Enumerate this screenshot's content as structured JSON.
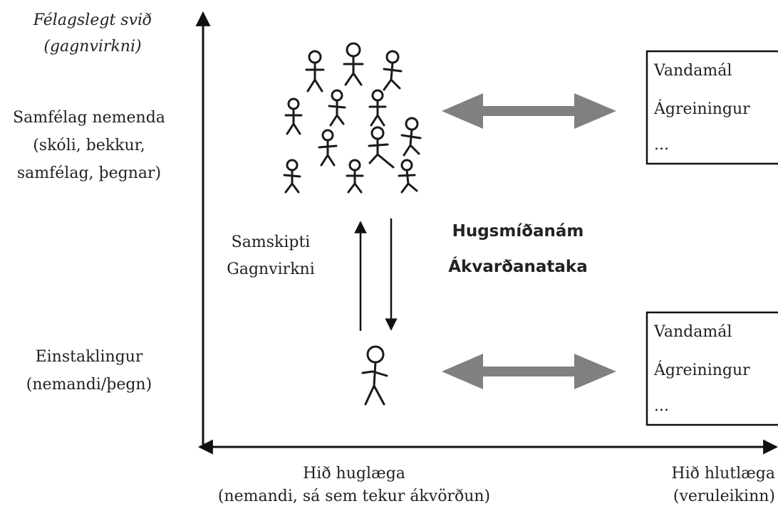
{
  "y_axis": {
    "title_line1": "Félagslegt svið",
    "title_line2": "(gagnvirkni)",
    "upper_level": [
      "Samfélag nemenda",
      "(skóli, bekkur,",
      "samfélag, þegnar)"
    ],
    "lower_level": [
      "Einstaklingur",
      "(nemandi/þegn)"
    ]
  },
  "x_axis": {
    "left_pole": [
      "Hið huglæga",
      "(nemandi, sá sem tekur ákvörðun)"
    ],
    "right_pole": [
      "Hið hlutlæga",
      "(veruleikinn)"
    ]
  },
  "interaction": {
    "line1": "Samskipti",
    "line2": "Gagnvirkni"
  },
  "center": {
    "line1": "Hugsmíðanám",
    "line2": "Ákvarðanataka"
  },
  "boxes": {
    "top": [
      "Vandamál",
      "Ágreiningur",
      "..."
    ],
    "bottom": [
      "Vandamál",
      "Ágreiningur",
      "..."
    ]
  },
  "colors": {
    "double_arrow": "#808080",
    "ink": "#1a1a1a"
  }
}
